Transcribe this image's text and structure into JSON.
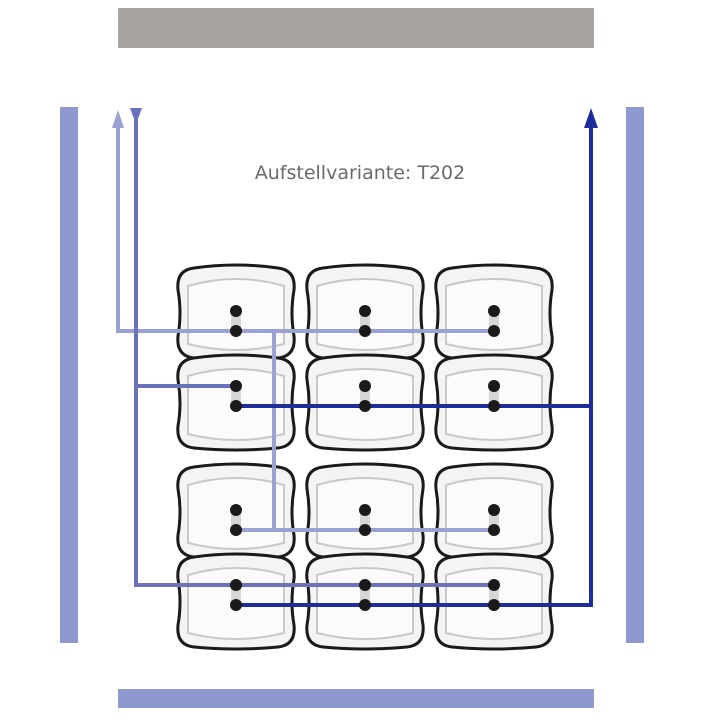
{
  "title": "Aufstellvariante: T202",
  "colors": {
    "top_bar": "#aaa4a1",
    "wall": "#8f98cf",
    "line_light": "#9aa2d4",
    "line_medium": "#6a72bb",
    "line_dark": "#1e2c9c",
    "tank_outline": "#1a1a1a",
    "tank_fill": "#f4f4f4"
  },
  "tank_groups": 2,
  "tanks_per_row": 3
}
